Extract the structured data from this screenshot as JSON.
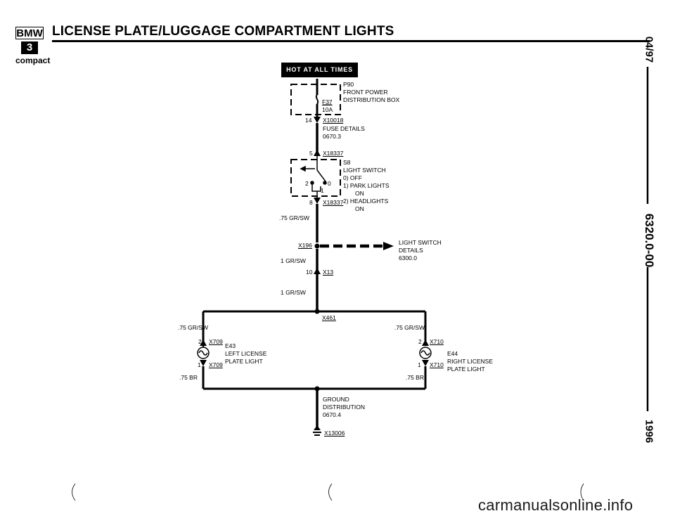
{
  "header": {
    "logo_text": "BMW",
    "logo_model": "3",
    "model_variant": "compact",
    "title": "LICENSE PLATE/LUGGAGE COMPARTMENT LIGHTS"
  },
  "side_labels": {
    "date": "04/97",
    "section_number": "6320.0-00",
    "year": "1996"
  },
  "hot_label": "HOT AT ALL TIMES",
  "components": {
    "power_box": {
      "code": "P90",
      "line1": "FRONT POWER",
      "line2": "DISTRIBUTION BOX"
    },
    "fuse": {
      "code": "F37",
      "rating": "10A"
    },
    "fuse_connector": {
      "pin": "14",
      "code": "X10018",
      "line1": "FUSE DETAILS",
      "line2": "0670.3"
    },
    "switch_conn_top": {
      "pin": "5",
      "code": "X18337"
    },
    "switch": {
      "code": "S8",
      "name": "LIGHT SWITCH",
      "pos0": "0)  OFF",
      "pos1": "1)  PARK LIGHTS",
      "pos1b": "ON",
      "pos2": "2)  HEADLIGHTS",
      "pos2b": "ON",
      "contact_a": "2",
      "contact_b": "0",
      "contact_c": "1"
    },
    "switch_conn_bottom": {
      "pin": "8",
      "code": "X18337"
    },
    "wire_1": ".75 GR/SW",
    "splice_x196": "X196",
    "light_switch_ref": {
      "line1": "LIGHT SWITCH",
      "line2": "DETAILS",
      "line3": "6300.0"
    },
    "wire_2": "1 GR/SW",
    "conn_x13": {
      "pin": "10",
      "code": "X13"
    },
    "wire_3": "1 GR/SW",
    "splice_x461": "X461",
    "left_light": {
      "wire_top": ".75 GR/SW",
      "pin_top": "2",
      "conn_top": "X709",
      "code": "E43",
      "line1": "LEFT LICENSE",
      "line2": "PLATE LIGHT",
      "pin_bottom": "1",
      "conn_bottom": "X709",
      "wire_bottom": ".75 BR"
    },
    "right_light": {
      "wire_top": ".75 GR/SW",
      "pin_top": "2",
      "conn_top": "X710",
      "code": "E44",
      "line1": "RIGHT LICENSE",
      "line2": "PLATE LIGHT",
      "pin_bottom": "1",
      "conn_bottom": "X710",
      "wire_bottom": ".75 BR"
    },
    "ground_ref": {
      "line1": "GROUND",
      "line2": "DISTRIBUTION",
      "line3": "0670.4"
    },
    "ground_point": "X13006"
  },
  "watermark": "carmanualsonline.info"
}
